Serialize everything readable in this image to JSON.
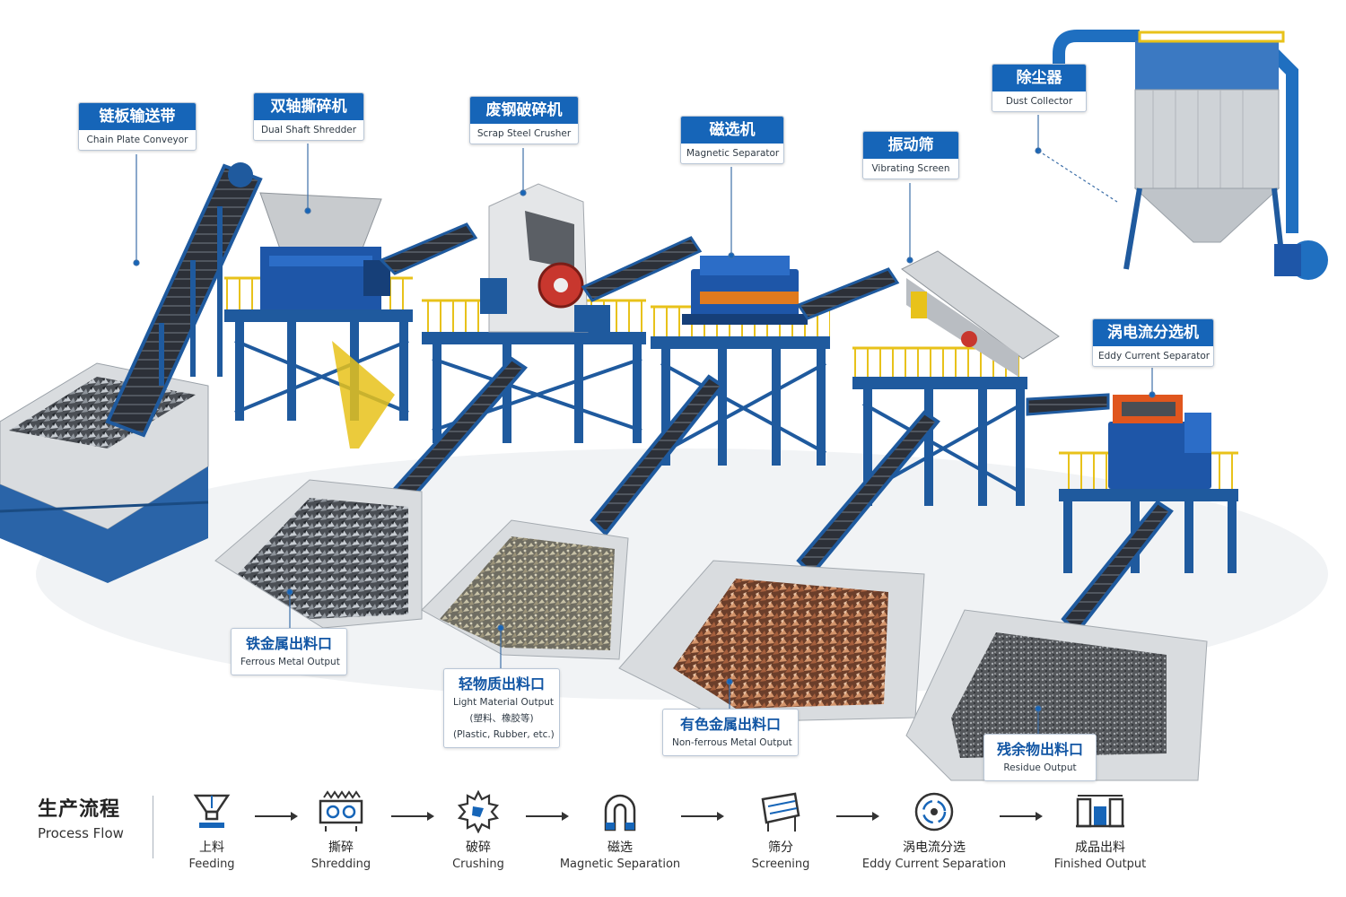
{
  "machines": [
    {
      "id": "chain-plate-conveyor",
      "zh": "链板输送带",
      "en": "Chain Plate Conveyor"
    },
    {
      "id": "dual-shaft-shredder",
      "zh": "双轴撕碎机",
      "en": "Dual Shaft Shredder"
    },
    {
      "id": "scrap-steel-crusher",
      "zh": "废钢破碎机",
      "en": "Scrap Steel Crusher"
    },
    {
      "id": "magnetic-separator",
      "zh": "磁选机",
      "en": "Magnetic Separator"
    },
    {
      "id": "vibrating-screen",
      "zh": "振动筛",
      "en": "Vibrating Screen"
    },
    {
      "id": "dust-collector",
      "zh": "除尘器",
      "en": "Dust Collector"
    },
    {
      "id": "eddy-current-separator",
      "zh": "涡电流分选机",
      "en": "Eddy Current Separator"
    }
  ],
  "outputs": [
    {
      "id": "ferrous-metal-output",
      "zh": "铁金属出料口",
      "en": "Ferrous Metal Output"
    },
    {
      "id": "light-material-output",
      "zh": "轻物质出料口",
      "en": "Light Material Output",
      "zh_note": "(塑料、橡胶等)",
      "en_note": "(Plastic, Rubber, etc.)"
    },
    {
      "id": "non-ferrous-metal-output",
      "zh": "有色金属出料口",
      "en": "Non-ferrous Metal Output"
    },
    {
      "id": "residue-output",
      "zh": "残余物出料口",
      "en": "Residue Output"
    }
  ],
  "process_flow": {
    "title_zh": "生产流程",
    "title_en": "Process Flow",
    "steps": [
      {
        "zh": "上料",
        "en": "Feeding",
        "icon": "hopper-icon"
      },
      {
        "zh": "撕碎",
        "en": "Shredding",
        "icon": "shredder-icon"
      },
      {
        "zh": "破碎",
        "en": "Crushing",
        "icon": "crusher-gear-icon"
      },
      {
        "zh": "磁选",
        "en": "Magnetic Separation",
        "icon": "magnet-icon"
      },
      {
        "zh": "筛分",
        "en": "Screening",
        "icon": "screen-icon"
      },
      {
        "zh": "涡电流分选",
        "en": "Eddy Current Separation",
        "icon": "eddy-current-icon"
      },
      {
        "zh": "成品出料",
        "en": "Finished Output",
        "icon": "output-bins-icon"
      }
    ]
  },
  "colors": {
    "accent_blue": "#1665b8",
    "steel_blue": "#1f5a9e",
    "railing_yellow": "#e8c21a",
    "belt_dark": "#2c3038",
    "bin_grey": "#d9dcdf",
    "copper": "#b06a45"
  }
}
